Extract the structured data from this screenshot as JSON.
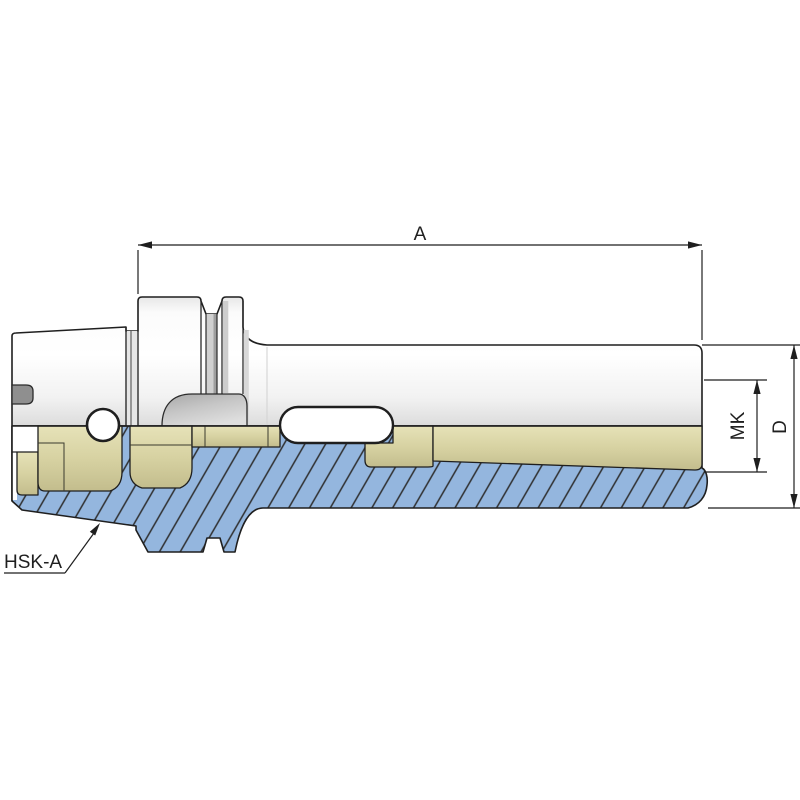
{
  "drawing": {
    "type": "technical-section-drawing",
    "dimension_labels": {
      "overall_length": "A",
      "morse_taper_bore": "MK",
      "body_diameter": "D"
    },
    "part_labels": {
      "shank_interface": "HSK-A"
    },
    "colors": {
      "outline": "#1f1f1f",
      "section_hatch_fill": "#94b6de",
      "hatch_line": "#2e2e2e",
      "bore_cavity_fill": "#d7d2a2",
      "recess_gray": "#c6c6c6",
      "background": "#ffffff"
    }
  }
}
